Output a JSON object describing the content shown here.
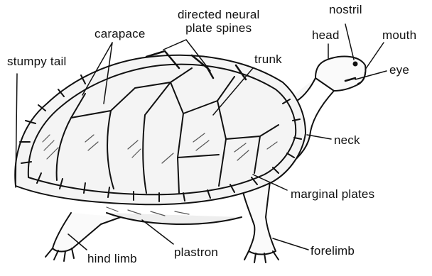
{
  "diagram": {
    "subject": "turtle",
    "labels": {
      "directed_line1": "directed neural",
      "directed_line2": "plate spines",
      "nostril": "nostril",
      "carapace": "carapace",
      "head": "head",
      "mouth": "mouth",
      "stumpy_tail": "stumpy tail",
      "trunk": "trunk",
      "eye": "eye",
      "neck": "neck",
      "marginal_plates": "marginal plates",
      "hind_limb": "hind limb",
      "plastron": "plastron",
      "forelimb": "forelimb"
    },
    "colors": {
      "ink": "#111111",
      "shell_fill": "#f4f4f4",
      "skin_fill": "#fafafa",
      "shade": "#555555"
    }
  }
}
